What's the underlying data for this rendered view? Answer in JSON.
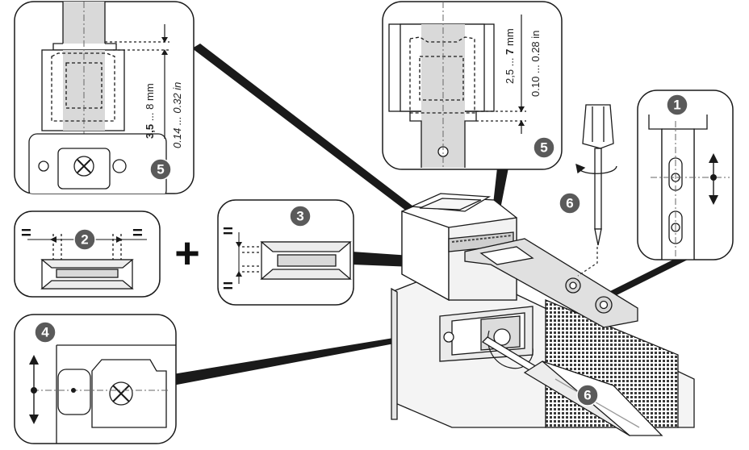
{
  "callouts": {
    "top_left_step": "5",
    "top_center_step": "5",
    "left_mid_step": "2",
    "center_step": "3",
    "bottom_left_step": "4",
    "right_step": "1",
    "screwdriver_top_step": "6",
    "screwdriver_bottom_step": "6"
  },
  "dimensions": {
    "left_range_bold": "3,5",
    "left_range_dots": " ... ",
    "left_range_max": "8",
    "left_range_unit": " mm",
    "left_range_in": "0.14 ... 0.32 in",
    "center_range_min": "2,5 ... ",
    "center_range_bold": "7",
    "center_range_unit": " mm",
    "center_range_in": "0.10 ... 0.28 in"
  },
  "symbols": {
    "equal": "=",
    "plus": "+"
  },
  "colors": {
    "badge_fill": "#5a5a5a",
    "line": "#1a1a1a",
    "hatch": "#777777",
    "fill_gray": "#d9d9d9"
  }
}
